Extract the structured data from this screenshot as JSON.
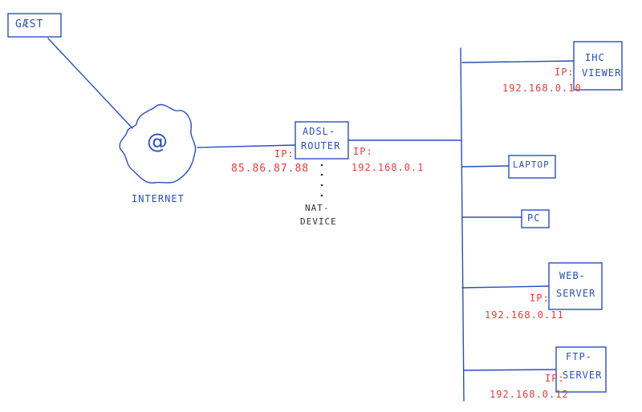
{
  "guest": {
    "label": "GÆST"
  },
  "internet": {
    "label": "INTERNET",
    "symbol": "@"
  },
  "router": {
    "label_line1": "ADSL-",
    "label_line2": "ROUTER",
    "wan_ip_label": "IP:",
    "wan_ip": "85.86.87.88",
    "lan_ip_label": "IP:",
    "lan_ip": "192.168.0.1"
  },
  "nat": {
    "label_line1": "NAT-",
    "label_line2": "DEVICE"
  },
  "devices": {
    "ihc_viewer": {
      "label_line1": "IHC",
      "label_line2": "VIEWER",
      "ip_label": "IP:",
      "ip": "192.168.0.10"
    },
    "laptop": {
      "label": "LAPTOP"
    },
    "pc": {
      "label": "PC"
    },
    "web_server": {
      "label_line1": "WEB-",
      "label_line2": "SERVER",
      "ip_label": "IP:",
      "ip": "192.168.0.11"
    },
    "ftp_server": {
      "label_line1": "FTP-",
      "label_line2": "SERVER",
      "ip_label": "IP:",
      "ip": "192.168.0.12"
    }
  },
  "colors": {
    "ink": "#2a4fb8",
    "ip": "#e83a3a",
    "note": "#333333"
  }
}
